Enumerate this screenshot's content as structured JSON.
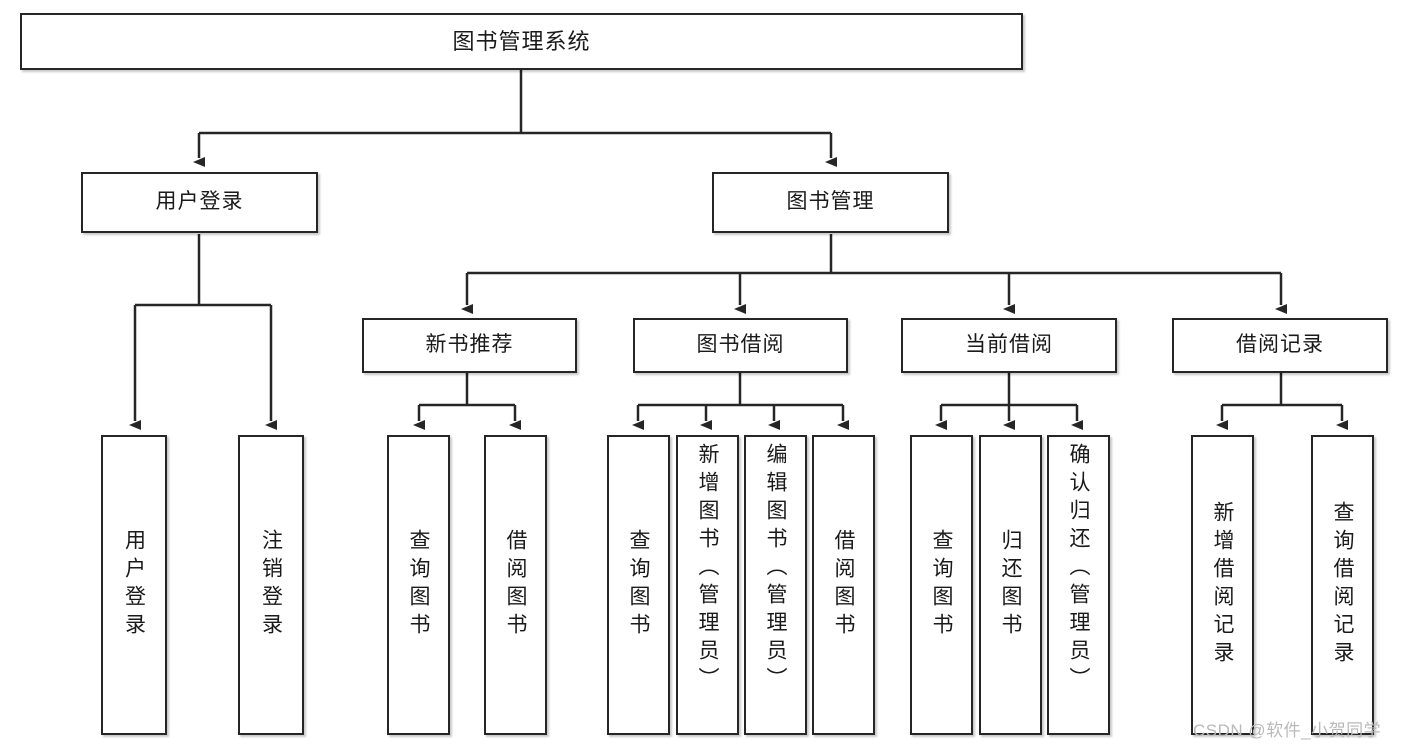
{
  "diagram": {
    "type": "tree",
    "title": "图书管理系统",
    "root": {
      "id": "root",
      "label": "图书管理系统"
    },
    "nodes": {
      "root": "图书管理系统",
      "user_login": "用户登录",
      "book_manage": "图书管理",
      "new_book_rec": "新书推荐",
      "book_borrow": "图书借阅",
      "current_borrow": "当前借阅",
      "borrow_record": "借阅记录",
      "leaf_user_login": "用户登录",
      "leaf_user_logout": "注销登录",
      "leaf_query_book_1": "查询图书",
      "leaf_borrow_book_1": "借阅图书",
      "leaf_query_book_2": "查询图书",
      "leaf_add_book": "新增图书（管理员）",
      "leaf_edit_book": "编辑图书（管理员）",
      "leaf_borrow_book_2": "借阅图书",
      "leaf_query_book_3": "查询图书",
      "leaf_return_book": "归还图书",
      "leaf_confirm_return": "确认归还（管理员）",
      "leaf_add_record": "新增借阅记录",
      "leaf_query_record": "查询借阅记录"
    },
    "edges": [
      {
        "from": "root",
        "to": "user_login"
      },
      {
        "from": "root",
        "to": "book_manage"
      },
      {
        "from": "user_login",
        "to": "leaf_user_login"
      },
      {
        "from": "user_login",
        "to": "leaf_user_logout"
      },
      {
        "from": "book_manage",
        "to": "new_book_rec"
      },
      {
        "from": "book_manage",
        "to": "book_borrow"
      },
      {
        "from": "book_manage",
        "to": "current_borrow"
      },
      {
        "from": "book_manage",
        "to": "borrow_record"
      },
      {
        "from": "new_book_rec",
        "to": "leaf_query_book_1"
      },
      {
        "from": "new_book_rec",
        "to": "leaf_borrow_book_1"
      },
      {
        "from": "book_borrow",
        "to": "leaf_query_book_2"
      },
      {
        "from": "book_borrow",
        "to": "leaf_add_book"
      },
      {
        "from": "book_borrow",
        "to": "leaf_edit_book"
      },
      {
        "from": "book_borrow",
        "to": "leaf_borrow_book_2"
      },
      {
        "from": "current_borrow",
        "to": "leaf_query_book_3"
      },
      {
        "from": "current_borrow",
        "to": "leaf_return_book"
      },
      {
        "from": "current_borrow",
        "to": "leaf_confirm_return"
      },
      {
        "from": "borrow_record",
        "to": "leaf_add_record"
      },
      {
        "from": "borrow_record",
        "to": "leaf_query_record"
      }
    ],
    "colors": {
      "box_border": "#262626",
      "box_fill": "#ffffff",
      "connector": "#262626",
      "text": "#1a1a1a",
      "watermark": "#b9b9b9"
    }
  },
  "watermark": {
    "text": "CSDN @软件_小贺同学"
  }
}
